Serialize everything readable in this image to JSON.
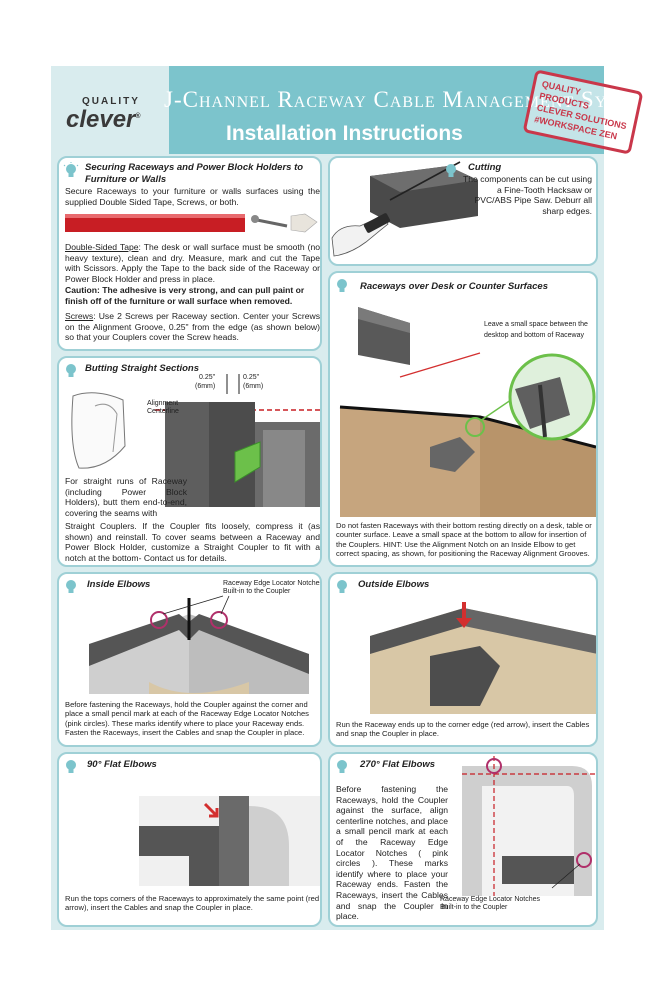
{
  "header": {
    "brand_top": "QUALITY",
    "brand": "clever",
    "brand_mark": "®",
    "title": "J-Channel Raceway Cable Management System",
    "subtitle": "Installation Instructions",
    "stamp": [
      "QUALITY PRODUCTS",
      "CLEVER SOLUTIONS",
      "#WORKSPACE ZEN"
    ]
  },
  "securing": {
    "title": "Securing Raceways and Power Block Holders to Furniture or Walls",
    "intro": "Secure Raceways to your furniture or walls surfaces using the supplied Double Sided Tape, Screws, or both.",
    "tape_label": "Double-Sided Tape",
    "tape_text": ": The desk or wall surface must be smooth (no heavy texture), clean and dry. Measure, mark and cut the Tape with Scissors. Apply the Tape to the back side of the Raceway or Power Block Holder and press in place.",
    "caution": "Caution: The adhesive is very strong, and can pull paint or finish off of the furniture or wall surface when removed.",
    "screws_label": "Screws",
    "screws_text": ": Use 2 Screws per Raceway section. Center your Screws on the Alignment Groove, 0.25\" from the edge (as shown below) so that your Couplers cover the Screw heads."
  },
  "cutting": {
    "title": "Cutting",
    "text": "The components can be cut using a Fine-Tooth Hacksaw or PVC/ABS Pipe Saw. Deburr all sharp edges."
  },
  "raceways_desk": {
    "title": "Raceways over Desk or Counter Surfaces",
    "callout": "Leave a small space between the desktop and bottom of Raceway",
    "text": "Do not fasten Raceways with their bottom resting directly on a desk, table or counter surface. Leave a small space at the bottom to allow for insertion of the Couplers. HINT: Use the Alignment Notch on an Inside Elbow to get correct spacing, as shown, for positioning the Raceway Alignment Grooves."
  },
  "butting": {
    "title": "Butting Straight Sections",
    "dim_left": "0.25\"",
    "dim_left_mm": "(6mm)",
    "dim_right": "0.25\"",
    "dim_right_mm": "(6mm)",
    "alignment_label": "Alignment Centerline",
    "text_top": "For straight runs of Raceway (including Power Block Holders), butt them end-to-end, covering the seams with",
    "text_bottom": "Straight Couplers. If the Coupler fits loosely, compress it (as shown) and reinstall. To cover seams between a Raceway and Power Block Holder, customize a Straight Coupler to fit with a notch at the bottom- Contact us for details."
  },
  "inside_elbows": {
    "title": "Inside Elbows",
    "callout": "Raceway Edge Locator Notches Built-in to the Coupler",
    "text": "Before fastening the Raceways, hold the Coupler against the corner and place a small pencil mark at each of the Raceway Edge Locator Notches (pink circles). These marks identify where to place your Raceway ends. Fasten the Raceways, insert the Cables and snap the Coupler in place."
  },
  "outside_elbows": {
    "title": "Outside Elbows",
    "text": "Run the Raceway ends up to the corner edge (red arrow), insert the Cables and snap the Coupler in place."
  },
  "flat90": {
    "title": "90° Flat Elbows",
    "text": "Run the tops corners of the Raceways to approximately the same point (red arrow), insert the Cables and snap the Coupler in place."
  },
  "flat270": {
    "title": "270° Flat Elbows",
    "text": "Before fastening the Raceways, hold the Coupler against the surface, align centerline notches, and place a small pencil mark at each of the Raceway Edge Locator Notches ( pink circles ). These marks identify where to place your Raceway ends. Fasten the Raceways, insert the Cables and snap the Coupler in place.",
    "callout": "Raceway Edge Locator Notches Built-in to the Coupler"
  },
  "colors": {
    "banner": "#7cc4cc",
    "panel_border": "#9fd0d6",
    "accent_red": "#d32f2f",
    "pink_circle": "#b0306a",
    "green": "#6cc04a",
    "raceway_gray": "#5a5a5a"
  }
}
